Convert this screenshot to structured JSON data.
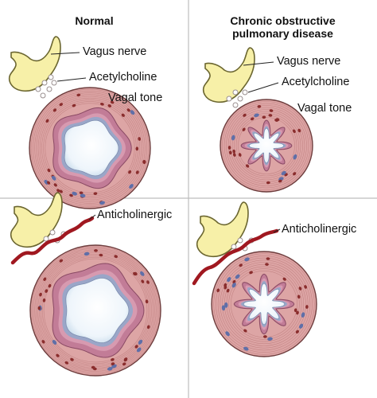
{
  "panels": {
    "normal": {
      "heading": "Normal",
      "top_labels": [
        "Vagus nerve",
        "Acetylcholine",
        "Vagal tone"
      ],
      "bottom_labels": [
        "Anticholinergic"
      ]
    },
    "copd": {
      "heading_line1": "Chronic obstructive",
      "heading_line2": "pulmonary disease",
      "top_labels": [
        "Vagus nerve",
        "Acetylcholine",
        "Vagal tone"
      ],
      "bottom_labels": [
        "Anticholinergic"
      ]
    }
  },
  "colors": {
    "nerve_fill": "#f7f0a8",
    "nerve_stroke": "#6b6630",
    "airway_outer": "#dda5a5",
    "airway_mid": "#e8b6b6",
    "mucosa_band": "#c27c97",
    "lumen": "#e3eef7",
    "red_cell": "#8a2d2d",
    "blue_cell": "#5f6fa8",
    "anticholinergic": "#a01820",
    "divider": "#bdbdbd"
  }
}
